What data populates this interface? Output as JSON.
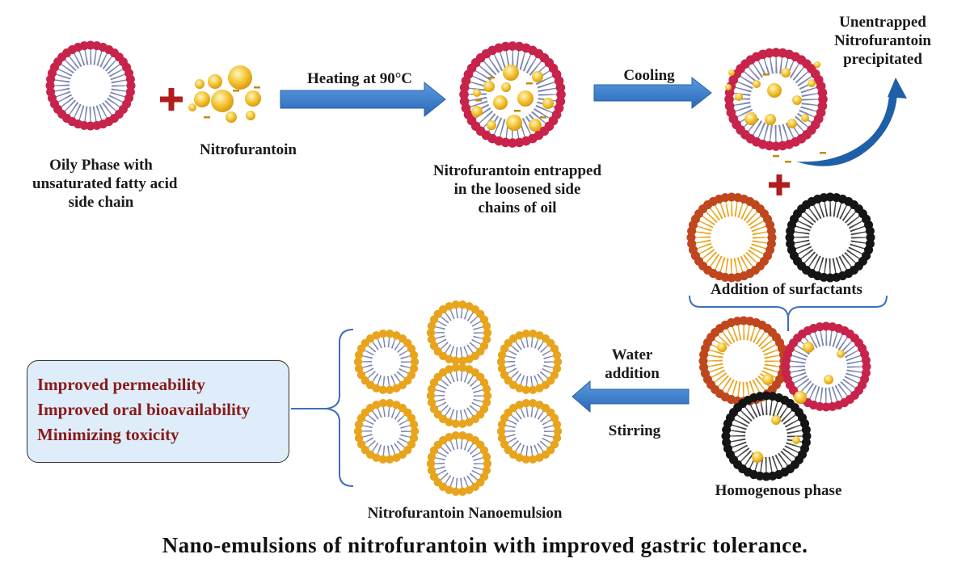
{
  "labels": {
    "oily_phase": [
      "Oily Phase with",
      "unsaturated fatty acid",
      "side chain"
    ],
    "nitrofurantoin": "Nitrofurantoin",
    "heating": "Heating at 90°C",
    "entrapped": [
      "Nitrofurantoin entrapped",
      "in the loosened side",
      "chains of oil"
    ],
    "cooling": "Cooling",
    "unentrapped": [
      "Unentrapped",
      "Nitrofurantoin",
      "precipitated"
    ],
    "addition_surfactants": "Addition of surfactants",
    "water_addition": [
      "Water",
      "addition"
    ],
    "stirring": "Stirring",
    "homogenous": "Homogenous phase",
    "nanoemulsion": "Nitrofurantoin Nanoemulsion"
  },
  "benefits": [
    "Improved permeability",
    "Improved oral bioavailability",
    "Minimizing toxicity"
  ],
  "caption": "Nano-emulsions of nitrofurantoin with improved gastric tolerance.",
  "colors": {
    "arrow_blue": "#3b7fd0",
    "plus_red": "#b01e1e",
    "head_crimson": "#c8234b",
    "head_orange": "#e8a41c",
    "head_black": "#151515",
    "head_rust": "#c0461d",
    "drug_yellow": "#f2c22e",
    "tail_blue": "#7c86b0",
    "bracket_blue": "#3b6fb8"
  }
}
